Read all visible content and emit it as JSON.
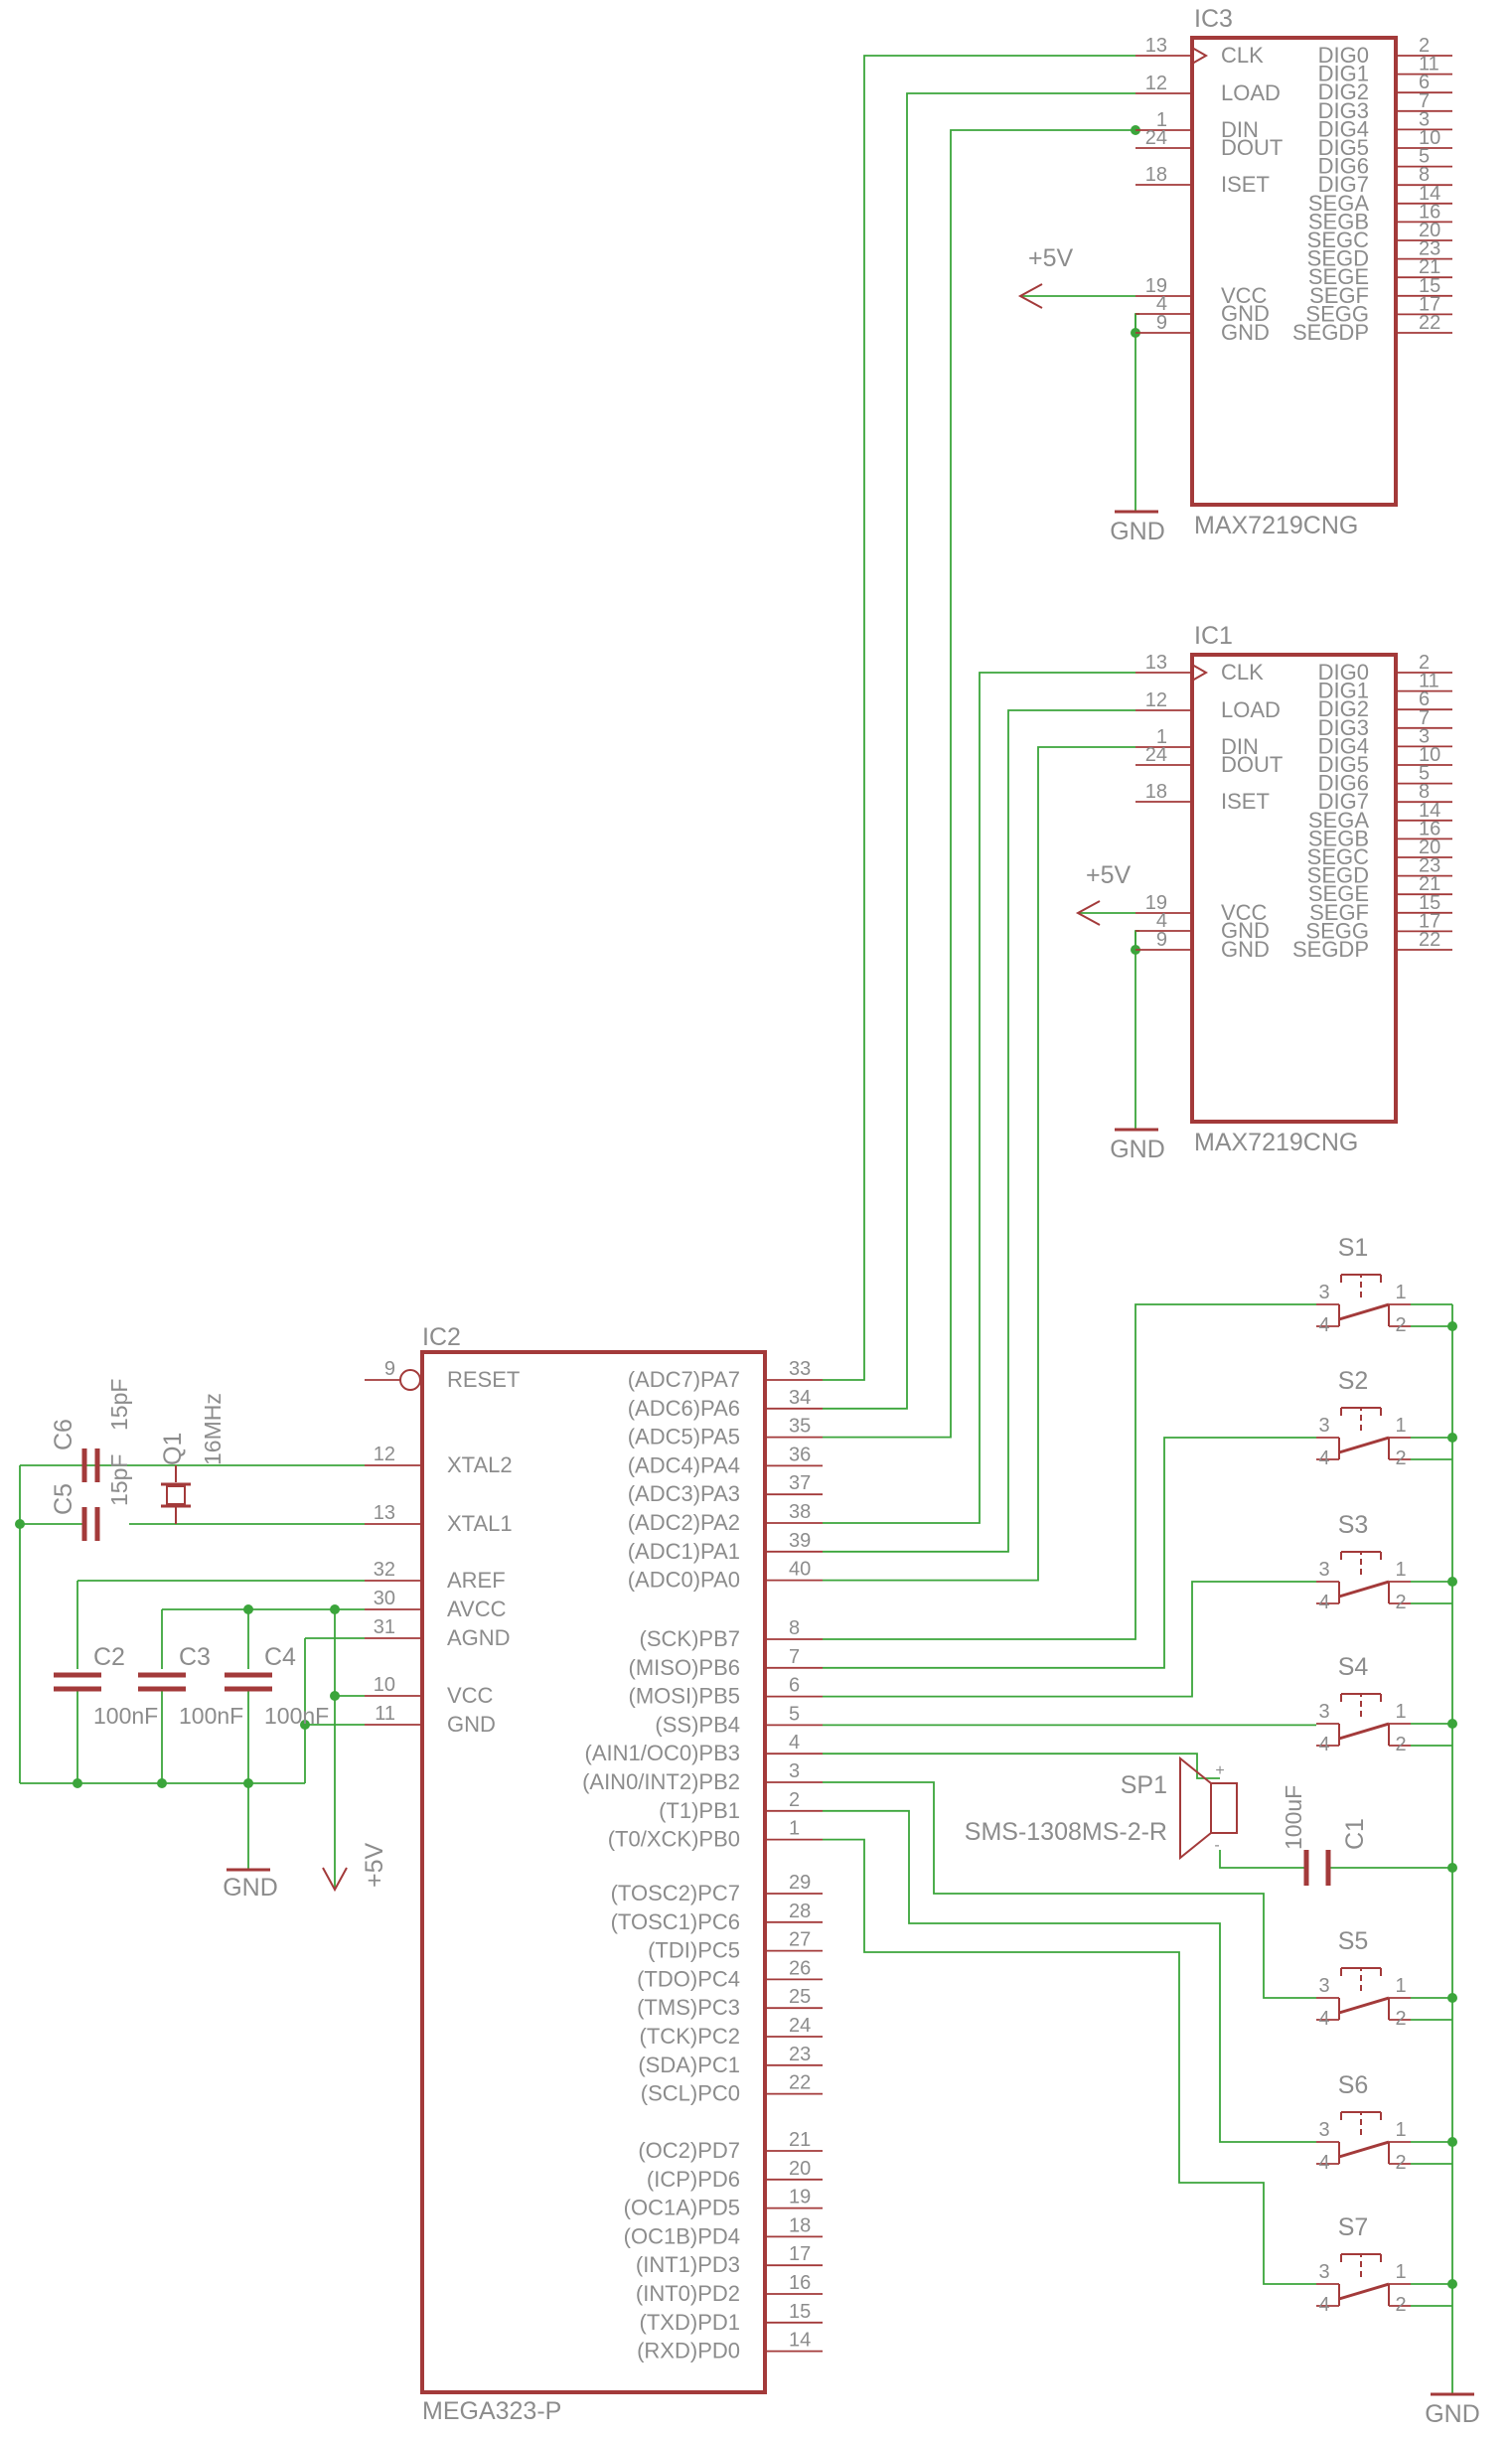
{
  "ic3": {
    "name": "IC3",
    "value": "MAX7219CNG",
    "left": [
      {
        "num": "13",
        "name": "CLK"
      },
      {
        "num": "12",
        "name": "LOAD"
      },
      {
        "num": "1",
        "name": "DIN"
      },
      {
        "num": "24",
        "name": "DOUT"
      },
      {
        "num": "18",
        "name": "ISET"
      },
      {
        "num": "19",
        "name": "VCC"
      },
      {
        "num": "4",
        "name": "GND"
      },
      {
        "num": "9",
        "name": "GND"
      }
    ],
    "right": [
      {
        "num": "2",
        "name": "DIG0"
      },
      {
        "num": "11",
        "name": "DIG1"
      },
      {
        "num": "6",
        "name": "DIG2"
      },
      {
        "num": "7",
        "name": "DIG3"
      },
      {
        "num": "3",
        "name": "DIG4"
      },
      {
        "num": "10",
        "name": "DIG5"
      },
      {
        "num": "5",
        "name": "DIG6"
      },
      {
        "num": "8",
        "name": "DIG7"
      },
      {
        "num": "14",
        "name": "SEGA"
      },
      {
        "num": "16",
        "name": "SEGB"
      },
      {
        "num": "20",
        "name": "SEGC"
      },
      {
        "num": "23",
        "name": "SEGD"
      },
      {
        "num": "21",
        "name": "SEGE"
      },
      {
        "num": "15",
        "name": "SEGF"
      },
      {
        "num": "17",
        "name": "SEGG"
      },
      {
        "num": "22",
        "name": "SEGDP"
      }
    ],
    "vcc": "+5V",
    "gnd": "GND"
  },
  "ic1": {
    "name": "IC1",
    "value": "MAX7219CNG",
    "left": [
      {
        "num": "13",
        "name": "CLK"
      },
      {
        "num": "12",
        "name": "LOAD"
      },
      {
        "num": "1",
        "name": "DIN"
      },
      {
        "num": "24",
        "name": "DOUT"
      },
      {
        "num": "18",
        "name": "ISET"
      },
      {
        "num": "19",
        "name": "VCC"
      },
      {
        "num": "4",
        "name": "GND"
      },
      {
        "num": "9",
        "name": "GND"
      }
    ],
    "right": [
      {
        "num": "2",
        "name": "DIG0"
      },
      {
        "num": "11",
        "name": "DIG1"
      },
      {
        "num": "6",
        "name": "DIG2"
      },
      {
        "num": "7",
        "name": "DIG3"
      },
      {
        "num": "3",
        "name": "DIG4"
      },
      {
        "num": "10",
        "name": "DIG5"
      },
      {
        "num": "5",
        "name": "DIG6"
      },
      {
        "num": "8",
        "name": "DIG7"
      },
      {
        "num": "14",
        "name": "SEGA"
      },
      {
        "num": "16",
        "name": "SEGB"
      },
      {
        "num": "20",
        "name": "SEGC"
      },
      {
        "num": "23",
        "name": "SEGD"
      },
      {
        "num": "21",
        "name": "SEGE"
      },
      {
        "num": "15",
        "name": "SEGF"
      },
      {
        "num": "17",
        "name": "SEGG"
      },
      {
        "num": "22",
        "name": "SEGDP"
      }
    ],
    "vcc": "+5V",
    "gnd": "GND"
  },
  "ic2": {
    "name": "IC2",
    "value": "MEGA323-P",
    "left": [
      {
        "num": "9",
        "name": "RESET"
      },
      {
        "num": "12",
        "name": "XTAL2"
      },
      {
        "num": "13",
        "name": "XTAL1"
      },
      {
        "num": "32",
        "name": "AREF"
      },
      {
        "num": "30",
        "name": "AVCC"
      },
      {
        "num": "31",
        "name": "AGND"
      },
      {
        "num": "10",
        "name": "VCC"
      },
      {
        "num": "11",
        "name": "GND"
      }
    ],
    "right_a": [
      {
        "num": "33",
        "name": "(ADC7)PA7"
      },
      {
        "num": "34",
        "name": "(ADC6)PA6"
      },
      {
        "num": "35",
        "name": "(ADC5)PA5"
      },
      {
        "num": "36",
        "name": "(ADC4)PA4"
      },
      {
        "num": "37",
        "name": "(ADC3)PA3"
      },
      {
        "num": "38",
        "name": "(ADC2)PA2"
      },
      {
        "num": "39",
        "name": "(ADC1)PA1"
      },
      {
        "num": "40",
        "name": "(ADC0)PA0"
      }
    ],
    "right_b": [
      {
        "num": "8",
        "name": "(SCK)PB7"
      },
      {
        "num": "7",
        "name": "(MISO)PB6"
      },
      {
        "num": "6",
        "name": "(MOSI)PB5"
      },
      {
        "num": "5",
        "name": "(SS)PB4"
      },
      {
        "num": "4",
        "name": "(AIN1/OC0)PB3"
      },
      {
        "num": "3",
        "name": "(AIN0/INT2)PB2"
      },
      {
        "num": "2",
        "name": "(T1)PB1"
      },
      {
        "num": "1",
        "name": "(T0/XCK)PB0"
      }
    ],
    "right_c": [
      {
        "num": "29",
        "name": "(TOSC2)PC7"
      },
      {
        "num": "28",
        "name": "(TOSC1)PC6"
      },
      {
        "num": "27",
        "name": "(TDI)PC5"
      },
      {
        "num": "26",
        "name": "(TDO)PC4"
      },
      {
        "num": "25",
        "name": "(TMS)PC3"
      },
      {
        "num": "24",
        "name": "(TCK)PC2"
      },
      {
        "num": "23",
        "name": "(SDA)PC1"
      },
      {
        "num": "22",
        "name": "(SCL)PC0"
      }
    ],
    "right_d": [
      {
        "num": "21",
        "name": "(OC2)PD7"
      },
      {
        "num": "20",
        "name": "(ICP)PD6"
      },
      {
        "num": "19",
        "name": "(OC1A)PD5"
      },
      {
        "num": "18",
        "name": "(OC1B)PD4"
      },
      {
        "num": "17",
        "name": "(INT1)PD3"
      },
      {
        "num": "16",
        "name": "(INT0)PD2"
      },
      {
        "num": "15",
        "name": "(TXD)PD1"
      },
      {
        "num": "14",
        "name": "(RXD)PD0"
      }
    ]
  },
  "switches": [
    {
      "name": "S1",
      "p1": "1",
      "p2": "2",
      "p3": "3",
      "p4": "4"
    },
    {
      "name": "S2",
      "p1": "1",
      "p2": "2",
      "p3": "3",
      "p4": "4"
    },
    {
      "name": "S3",
      "p1": "1",
      "p2": "2",
      "p3": "3",
      "p4": "4"
    },
    {
      "name": "S4",
      "p1": "1",
      "p2": "2",
      "p3": "3",
      "p4": "4"
    },
    {
      "name": "S5",
      "p1": "1",
      "p2": "2",
      "p3": "3",
      "p4": "4"
    },
    {
      "name": "S6",
      "p1": "1",
      "p2": "2",
      "p3": "3",
      "p4": "4"
    },
    {
      "name": "S7",
      "p1": "1",
      "p2": "2",
      "p3": "3",
      "p4": "4"
    }
  ],
  "passives": {
    "c6": {
      "name": "C6",
      "value": "15pF"
    },
    "c5": {
      "name": "C5",
      "value": "15pF"
    },
    "q1": {
      "name": "Q1",
      "value": "16MHz"
    },
    "c2": {
      "name": "C2",
      "value": "100nF"
    },
    "c3": {
      "name": "C3",
      "value": "100nF"
    },
    "c4": {
      "name": "C4",
      "value": "100nF"
    },
    "c1": {
      "name": "C1",
      "value": "100uF"
    },
    "sp1": {
      "name": "SP1",
      "value": "SMS-1308MS-2-R",
      "plus": "+",
      "minus": "-"
    }
  },
  "power": {
    "gnd": "GND",
    "vcc": "+5V"
  }
}
